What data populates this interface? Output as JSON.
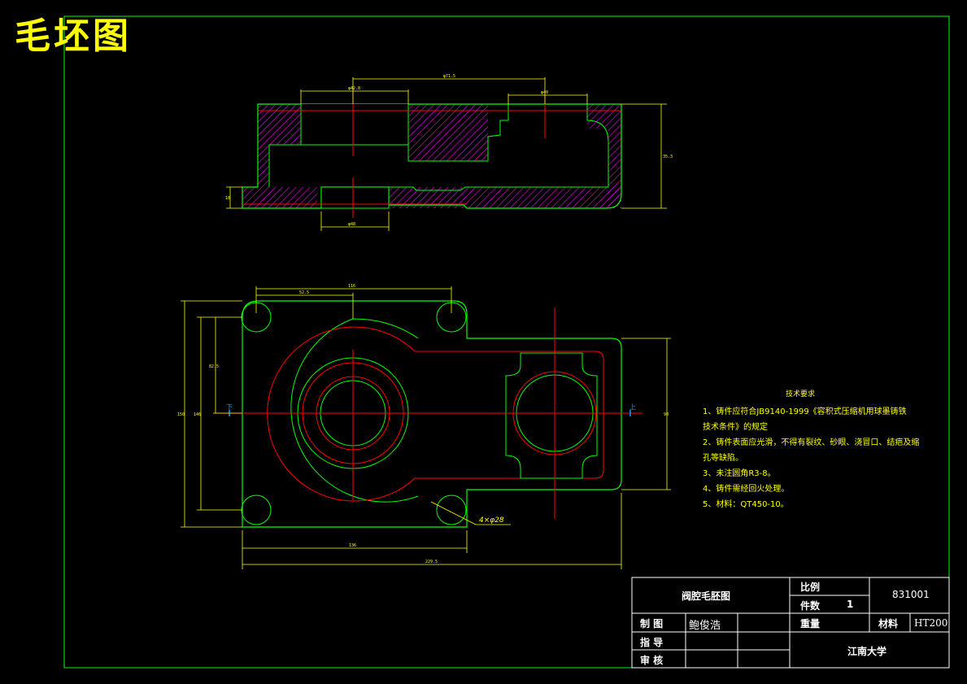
{
  "title": "毛坯图",
  "tech_requirements": {
    "heading": "技术要求",
    "lines": [
      "1、铸件应符合JB9140-1999《容积式压缩机用球墨铸铁",
      "技术条件》的规定",
      "2、铸件表面应光滑，不得有裂纹、砂眼、浇冒口、结疤及缩",
      "孔等缺陷。",
      "3、未注圆角R3-8。",
      "4、铸件需经回火处理。",
      "5、材料：QT450-10。"
    ]
  },
  "annotations": {
    "hole_callout": "4×φ28",
    "section_left": "下",
    "section_right": "上"
  },
  "dimensions": {
    "top_span": "φ71.5",
    "top_left": "φ42.8",
    "top_right": "φ40",
    "right_height": "35.3",
    "left_small": "10",
    "bottom_bore": "φ48",
    "plan_top_wide": "116",
    "plan_top_small": "52.5",
    "plan_left_outer": "150",
    "plan_left_inner": "146",
    "plan_left_upper": "82.5",
    "plan_right": "90",
    "plan_bottom_inner": "136",
    "plan_bottom_outer": "229.5"
  },
  "title_block": {
    "drawing_name": "阀腔毛胚图",
    "scale_label": "比例",
    "quantity_label": "件数",
    "quantity_value": "1",
    "drawing_number": "831001",
    "drafted_label": "制   图",
    "drafted_by": "鲍俊浩",
    "guide_label": "指   导",
    "review_label": "审   核",
    "weight_label": "重量",
    "material_label": "材料",
    "material_value": "HT200",
    "school": "江南大学"
  },
  "colors": {
    "border": "#00ff00",
    "outline": "#00ff00",
    "hatch": "#ff00ff",
    "center_line": "#ff0000",
    "dimension": "#ffff00",
    "title_text": "#ffff00",
    "block_text": "#ffffff"
  }
}
